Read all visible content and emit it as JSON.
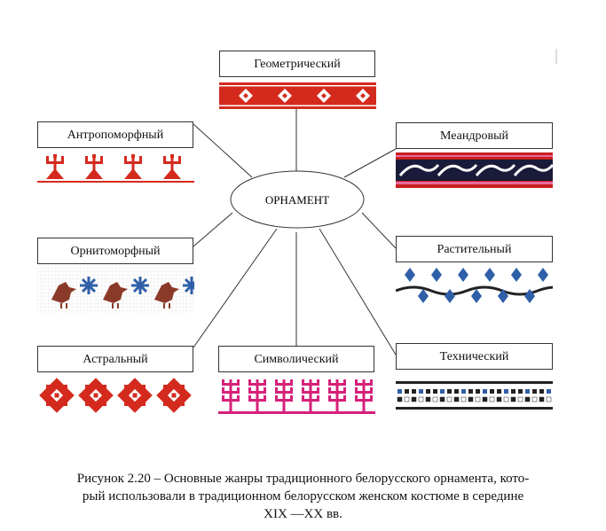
{
  "diagram": {
    "center": "ОРНАМЕНТ",
    "genres": [
      {
        "id": "geometric",
        "label": "Геометрический"
      },
      {
        "id": "meander",
        "label": "Меандровый"
      },
      {
        "id": "plant",
        "label": "Растительный"
      },
      {
        "id": "technical",
        "label": "Технический"
      },
      {
        "id": "symbolic",
        "label": "Символический"
      },
      {
        "id": "astral",
        "label": "Астральный"
      },
      {
        "id": "ornithomorphic",
        "label": "Орнитоморфный"
      },
      {
        "id": "anthropomorphic",
        "label": "Антропоморфный"
      }
    ]
  },
  "caption": {
    "line1": "Рисунок 2.20 – Основные жанры традиционного белорусского орнамента, кото-",
    "line2": "рый использовали в традиционном белорусском женском костюме в середине",
    "line3": "XIX —XX вв."
  },
  "colors": {
    "red": "#d42a1e",
    "navy": "#1f2d6b",
    "blue": "#2e5fa8",
    "magenta": "#d6207a",
    "brown": "#8b3a2a",
    "dark": "#222222"
  }
}
